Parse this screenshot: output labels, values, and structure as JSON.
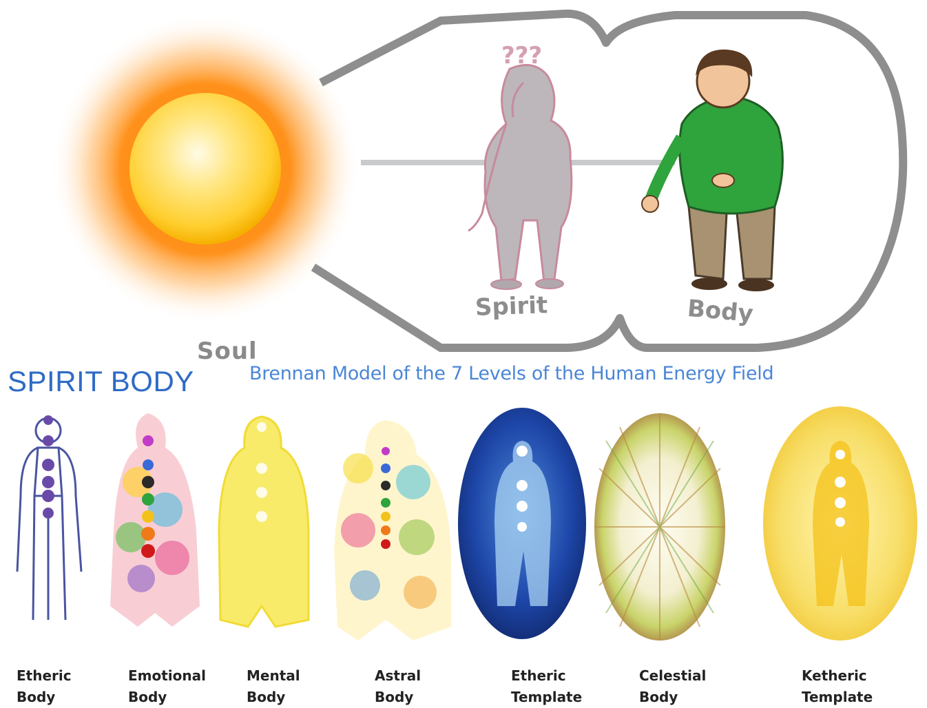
{
  "diagram": {
    "soul_label": "Soul",
    "spirit_figure_label": "Spirit",
    "body_figure_label": "Body",
    "question_marks": "???",
    "spirit_body_heading": "SPIRIT BODY",
    "model_title": "Brennan Model of the 7 Levels of the Human Energy Field",
    "levels": [
      {
        "line1": "Etheric",
        "line2": "Body"
      },
      {
        "line1": "Emotional",
        "line2": "Body"
      },
      {
        "line1": "Mental",
        "line2": "Body"
      },
      {
        "line1": "Astral",
        "line2": "Body"
      },
      {
        "line1": "Etheric",
        "line2": "Template"
      },
      {
        "line1": "Celestial",
        "line2": "Body"
      },
      {
        "line1": "Ketheric",
        "line2": "Template"
      }
    ],
    "colors": {
      "heading_blue": "#2f6bc5",
      "title_blue": "#4a86d6",
      "outline_gray": "#8e8e8e",
      "sun_core": "#ffd84a",
      "sun_glow": "#ff8a00",
      "shirt_green": "#2fa33c",
      "pants_tan": "#a89272",
      "spirit_gray": "#b9b3b6",
      "etheric_template_blue": "#1d46a8",
      "ketheric_gold": "#f6d23a"
    }
  }
}
